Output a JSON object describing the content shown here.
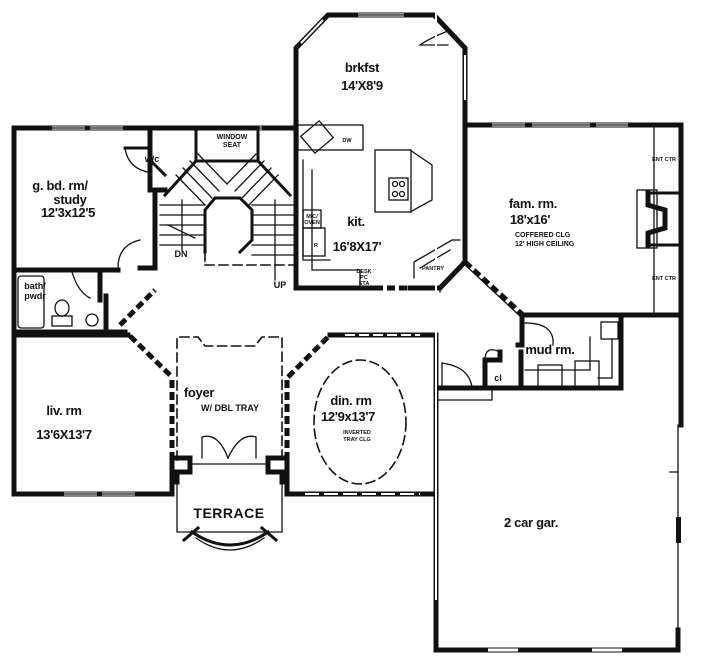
{
  "plan": {
    "rooms": {
      "breakfast": {
        "name": "brkfst",
        "size": "14'X8'9"
      },
      "guest_bedroom": {
        "name_line1": "g. bd. rm/",
        "name_line2": "study",
        "size": "12'3x12'5"
      },
      "walk_in_closet": {
        "name": "w/c"
      },
      "window_seat": {
        "line1": "WINDOW",
        "line2": "SEAT"
      },
      "kitchen": {
        "name": "kit.",
        "size": "16'8X17'",
        "dw": "DW",
        "micro_line1": "MIC/",
        "micro_line2": "OVEN",
        "fridge": "R",
        "desk_line1": "DESK",
        "desk_line2": "PC",
        "desk_line3": "STA",
        "pantry": "PANTRY"
      },
      "family_room": {
        "name": "fam. rm.",
        "size": "18'x16'",
        "note1": "COFFERED CLG",
        "note2": "12' HIGH CEILING",
        "ent_ctr_top": "ENT CTR",
        "ent_ctr_bottom": "ENT CTR"
      },
      "bath": {
        "line1": "bath/",
        "line2": "pwdr"
      },
      "living_room": {
        "name": "liv. rm",
        "size": "13'6X13'7"
      },
      "foyer": {
        "name": "foyer",
        "note": "W/ DBL TRAY"
      },
      "dining_room": {
        "name": "din. rm",
        "size": "12'9x13'7",
        "note1": "INVERTED",
        "note2": "TRAY CLG"
      },
      "mud_room": {
        "name": "mud rm."
      },
      "closet": {
        "name": "cl"
      },
      "garage": {
        "name": "2 car gar."
      },
      "terrace": {
        "name": "TERRACE"
      }
    },
    "stairs": {
      "down": "DN",
      "up": "UP"
    }
  }
}
